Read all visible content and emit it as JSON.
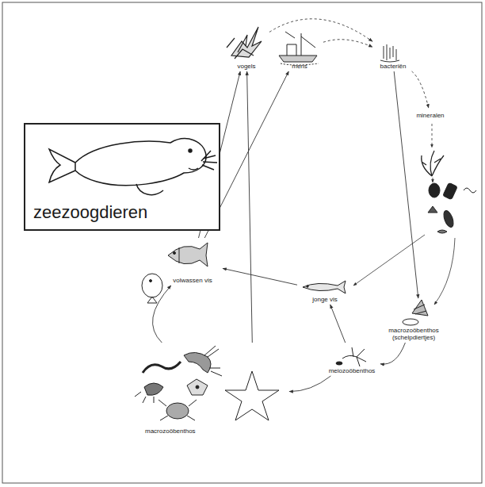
{
  "diagram": {
    "nodes": [
      {
        "text": [
          "zeezoogdieren"
        ]
      },
      {
        "text": [
          "vogels"
        ]
      },
      {
        "text": [
          "mens"
        ]
      },
      {
        "text": [
          "bacteriën"
        ]
      },
      {
        "text": [
          "mineralen"
        ]
      },
      {
        "text": [
          "volwassen vis"
        ]
      },
      {
        "text": [
          "jonge vis"
        ]
      },
      {
        "text": [
          "macrozoöbenthos (schelpdiertjes)"
        ]
      },
      {
        "text": [
          "meiozoöbenthos"
        ]
      },
      {
        "text": [
          "macrozoöbenthos"
        ]
      }
    ],
    "edges": [
      {
        "from": 1,
        "to": 3,
        "arrow": "to"
      },
      {
        "from": 2,
        "to": 3,
        "arrow": "to"
      },
      {
        "from": 3,
        "to": 4,
        "arrow": "to"
      },
      {
        "from": 3,
        "to": 7,
        "arrow": "to"
      },
      {
        "from": 7,
        "to": 8,
        "arrow": "to"
      },
      {
        "from": 8,
        "to": 9,
        "arrow": "to"
      },
      {
        "from": 8,
        "to": 6,
        "arrow": "to"
      },
      {
        "from": 6,
        "to": 5,
        "arrow": "to"
      },
      {
        "from": 9,
        "to": 5,
        "arrow": "to"
      },
      {
        "from": 9,
        "to": 1,
        "arrow": "to"
      },
      {
        "from": 5,
        "to": 1,
        "arrow": "to"
      },
      {
        "from": 5,
        "to": 2,
        "arrow": "to"
      }
    ]
  }
}
